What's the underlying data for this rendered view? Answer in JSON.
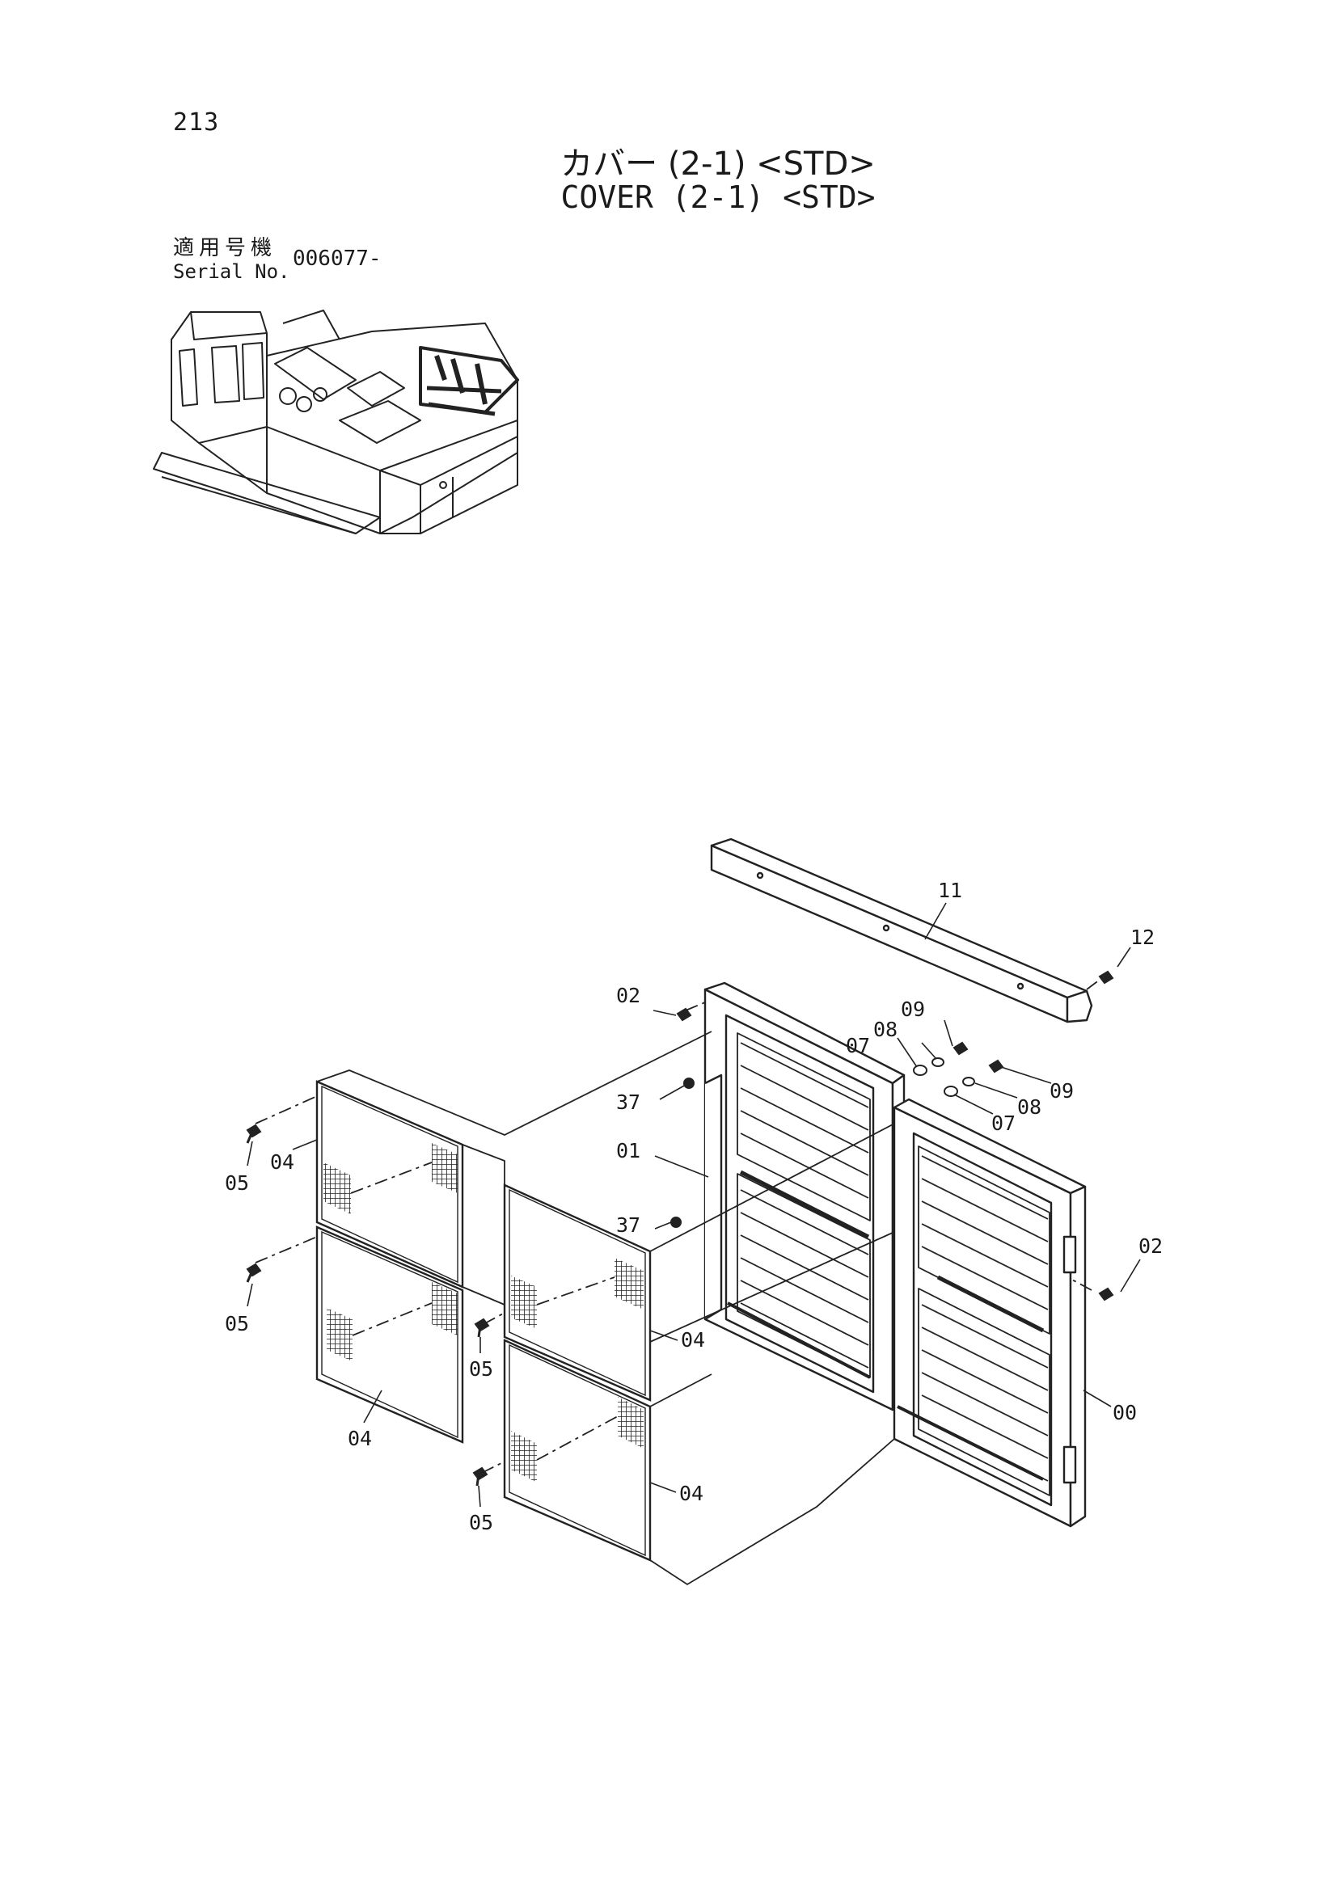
{
  "header": {
    "page_number": "213",
    "title_ja": "カバー (2-1) <STD>",
    "title_en": "COVER (2-1) <STD>",
    "serial_label_ja": "適用号機",
    "serial_label_en": "Serial No.",
    "serial_value": "006077-"
  },
  "callouts": {
    "c00": "00",
    "c01": "01",
    "c02a": "02",
    "c02b": "02",
    "c04a": "04",
    "c04b": "04",
    "c04c": "04",
    "c04d": "04",
    "c05a": "05",
    "c05b": "05",
    "c05c": "05",
    "c05d": "05",
    "c07a": "07",
    "c07b": "07",
    "c08a": "08",
    "c08b": "08",
    "c09a": "09",
    "c09b": "09",
    "c11": "11",
    "c12": "12",
    "c37a": "37",
    "c37b": "37"
  }
}
